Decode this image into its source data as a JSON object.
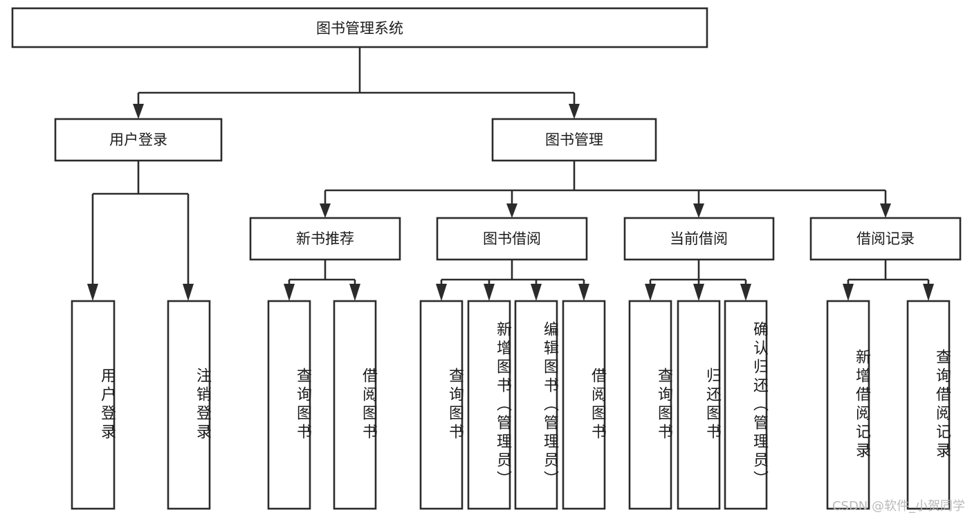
{
  "diagram": {
    "type": "hierarchy-tree",
    "title": "图书管理系统",
    "watermark": "CSDN @软件_小贺同学",
    "levels": {
      "root": {
        "label": "图书管理系统"
      },
      "level2": [
        {
          "label": "用户登录"
        },
        {
          "label": "图书管理"
        }
      ],
      "level3": [
        {
          "label": "新书推荐"
        },
        {
          "label": "图书借阅"
        },
        {
          "label": "当前借阅"
        },
        {
          "label": "借阅记录"
        }
      ]
    },
    "leaves": {
      "user_login": [
        {
          "label": "用户登录"
        },
        {
          "label": "注销登录"
        }
      ],
      "new_book_recommend": [
        {
          "label": "查询图书"
        },
        {
          "label": "借阅图书"
        }
      ],
      "book_borrow": [
        {
          "label": "查询图书"
        },
        {
          "label": "新增图书（管理员）"
        },
        {
          "label": "编辑图书（管理员）"
        },
        {
          "label": "借阅图书"
        }
      ],
      "current_borrow": [
        {
          "label": "查询图书"
        },
        {
          "label": "归还图书"
        },
        {
          "label": "确认归还（管理员）"
        }
      ],
      "borrow_record": [
        {
          "label": "新增借阅记录"
        },
        {
          "label": "查询借阅记录"
        }
      ]
    },
    "colors": {
      "stroke": "#2b2b2b",
      "fill": "#ffffff",
      "text": "#1b1b1b",
      "watermark": "#b9b9b9"
    }
  }
}
